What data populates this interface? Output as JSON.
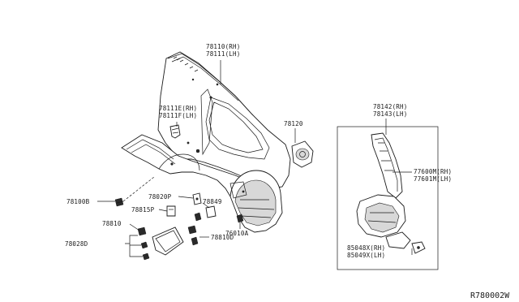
{
  "diagram_code": "R780002W",
  "labels": {
    "p78110": "78110(RH)",
    "p78111": "78111(LH)",
    "p78111E": "78111E(RH)",
    "p78111F": "78111F(LH)",
    "p78120": "78120",
    "p78100B": "78100B",
    "p78020P": "78020P",
    "p78849": "78849",
    "p78815P": "78815P",
    "p78810": "78810",
    "p78810D": "78810D",
    "p78028D": "78028D",
    "p76010A": "76010A",
    "p78142": "78142(RH)",
    "p78143": "78143(LH)",
    "p77600M": "77600M(RH)",
    "p77601M": "77601M(LH)",
    "p85048X": "85048X(RH)",
    "p85049X": "85049X(LH)"
  }
}
